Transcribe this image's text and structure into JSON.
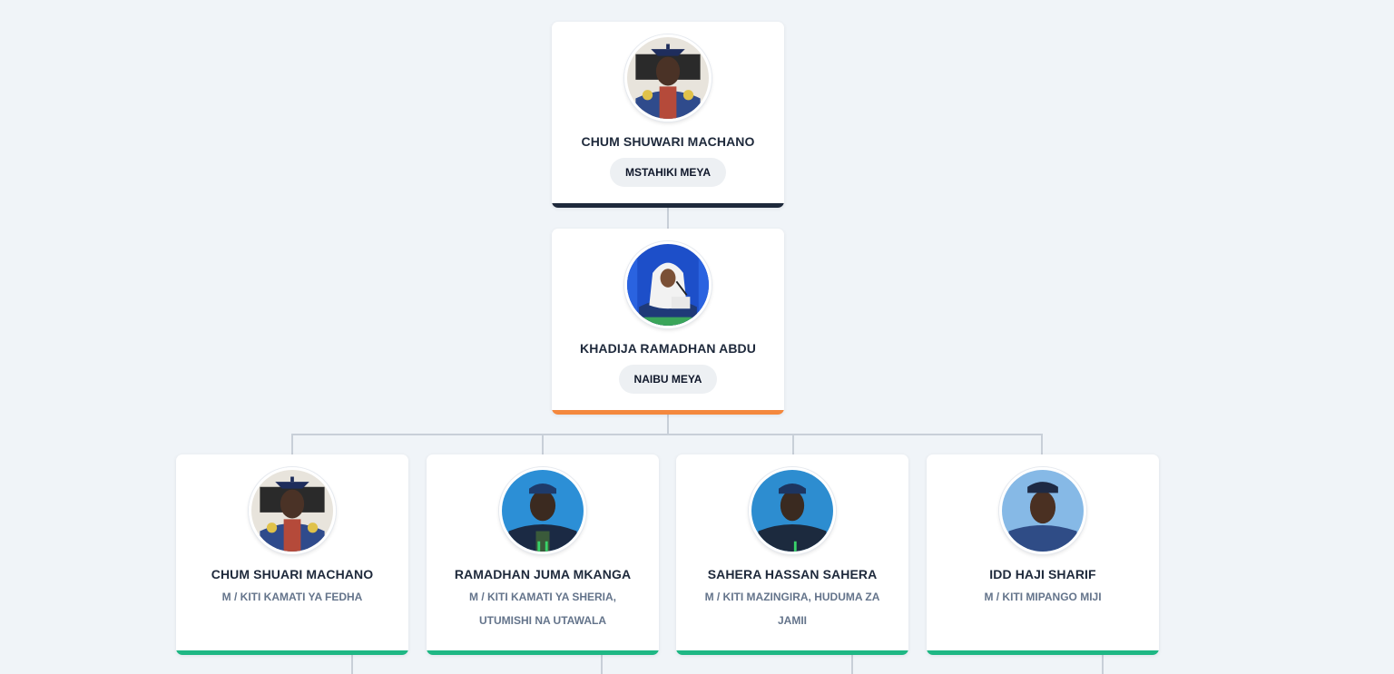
{
  "top": {
    "name": "CHUM SHUWARI MACHANO",
    "title": "MSTAHIKI MEYA",
    "accent": "#1e293b"
  },
  "deputy": {
    "name": "KHADIJA RAMADHAN ABDU",
    "title": "NAIBU MEYA",
    "accent": "#f4883e"
  },
  "members": [
    {
      "name": "CHUM SHUARI MACHANO",
      "role": "M / KITI KAMATI YA FEDHA",
      "accent": "#1fb784"
    },
    {
      "name": "RAMADHAN JUMA MKANGA",
      "role": "M / KITI KAMATI YA SHERIA, UTUMISHI NA UTAWALA",
      "accent": "#1fb784"
    },
    {
      "name": "SAHERA HASSAN SAHERA",
      "role": "M / KITI MAZINGIRA, HUDUMA ZA JAMII",
      "accent": "#1fb784"
    },
    {
      "name": "IDD HAJI SHARIF",
      "role": "M / KITI MIPANGO MIJI",
      "accent": "#1fb784"
    }
  ]
}
